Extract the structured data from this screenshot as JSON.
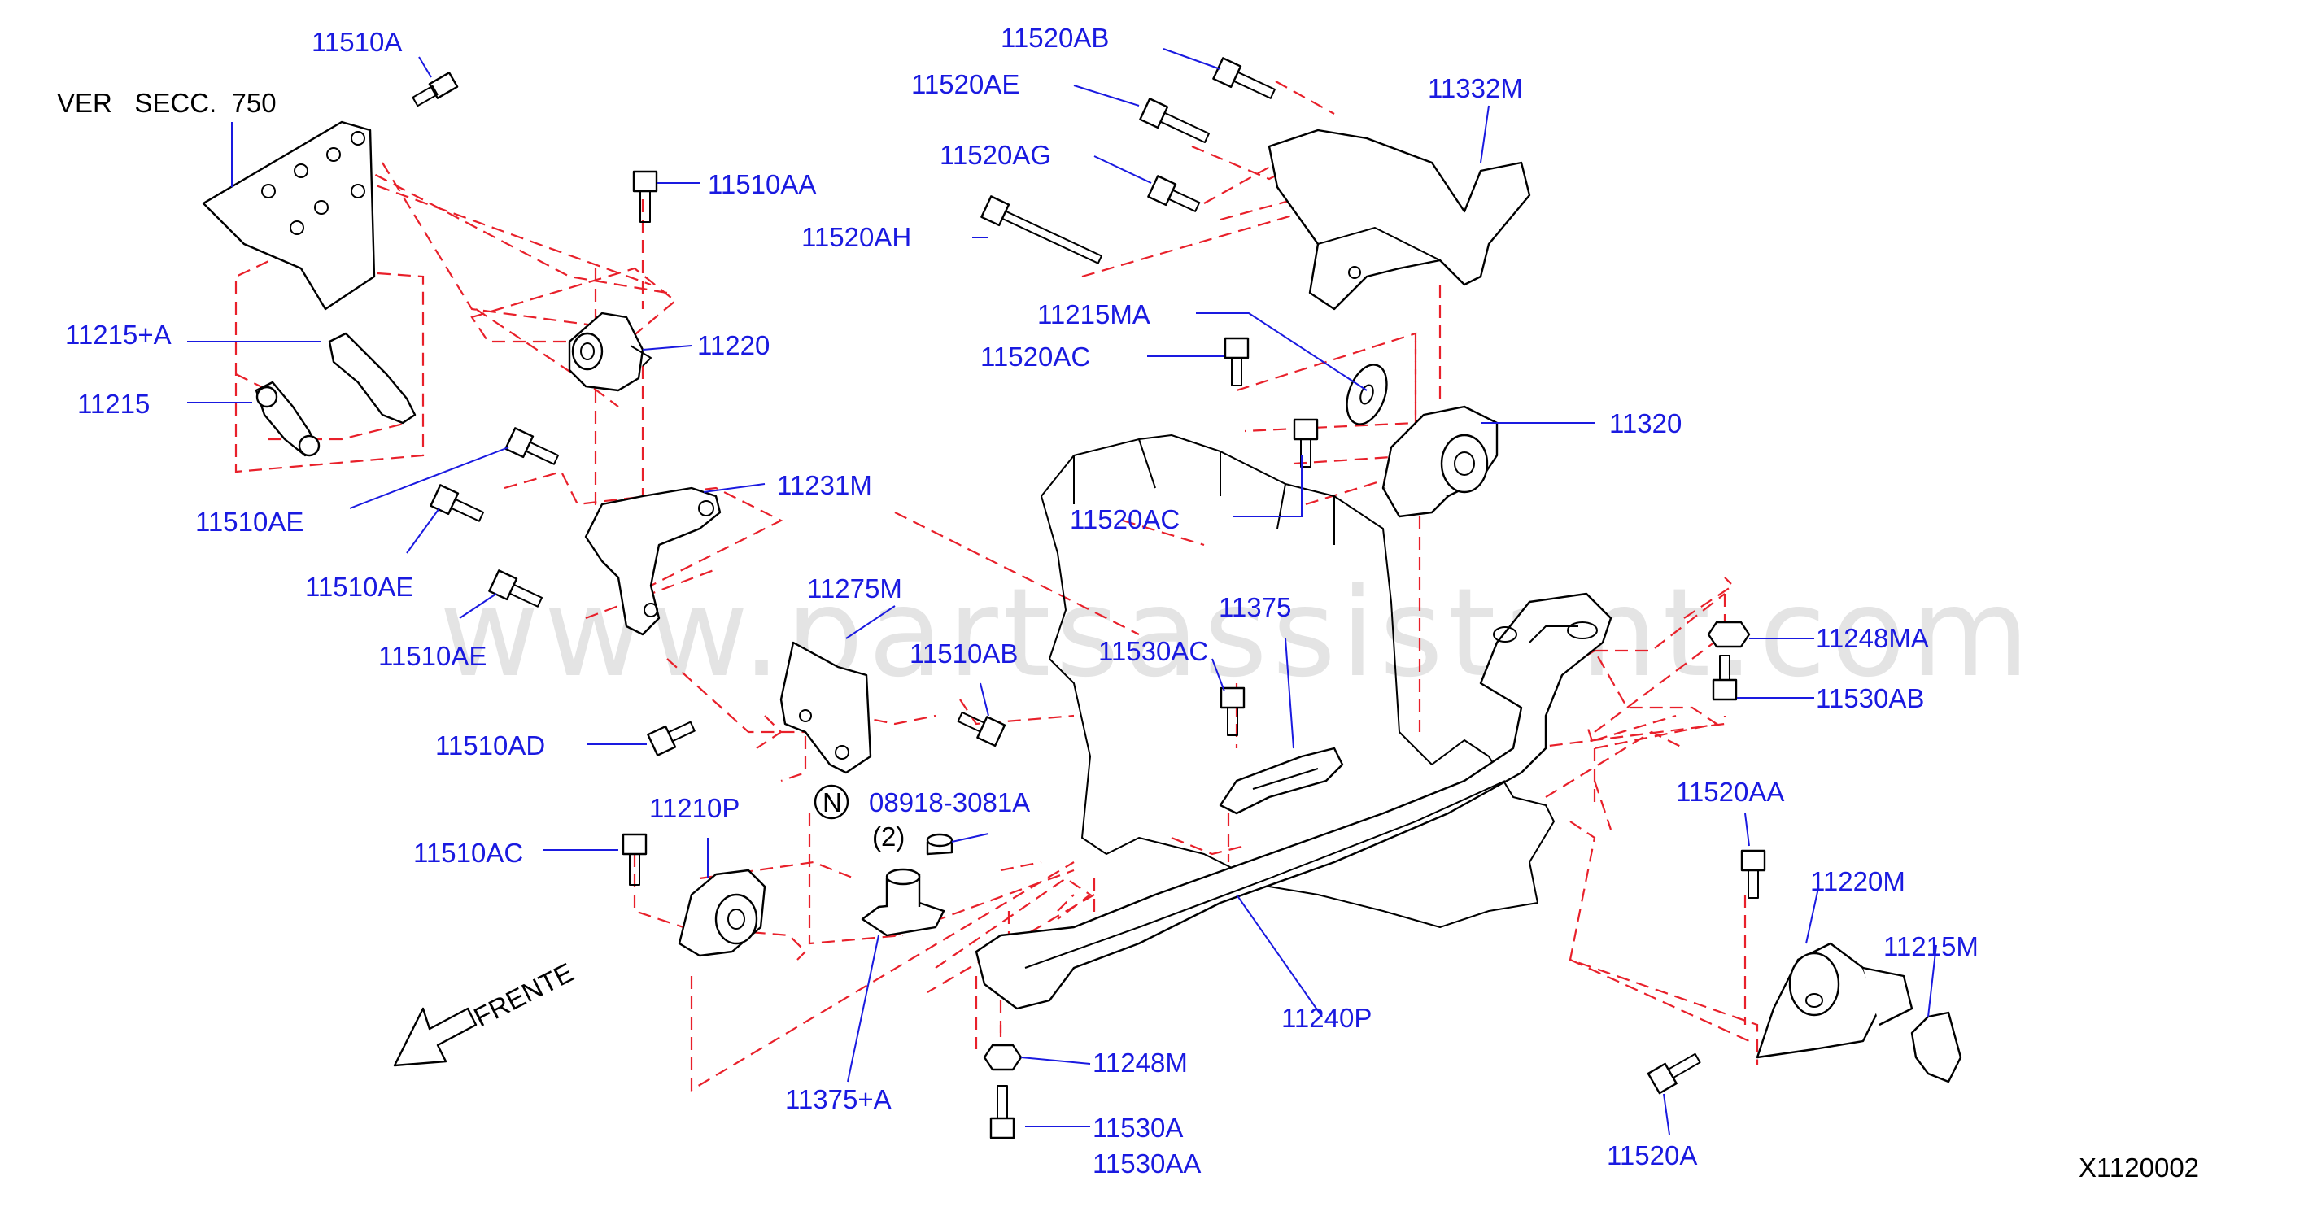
{
  "diagram": {
    "reference_note": "VER   SECC.  750",
    "diagram_code": "X1120002",
    "direction_label": "FRENTE",
    "watermark": "www.partsassistant.com",
    "quantity_note": "(2)",
    "n_badge": "N",
    "colors": {
      "label": "#1a1ae0",
      "dashed_line": "#e8202a",
      "part_outline": "#000000"
    },
    "part_labels": {
      "p11510A": "11510A",
      "p11510AA": "11510AA",
      "p11215A": "11215+A",
      "p11215": "11215",
      "p11220": "11220",
      "p11231M": "11231M",
      "p11510AE_1": "11510AE",
      "p11510AE_2": "11510AE",
      "p11510AE_3": "11510AE",
      "p11275M": "11275M",
      "p11510AB": "11510AB",
      "p11510AD": "11510AD",
      "p08918": "08918-3081A",
      "p11210P": "11210P",
      "p11510AC": "11510AC",
      "p11375A": "11375+A",
      "p11520AB": "11520AB",
      "p11520AE": "11520AE",
      "p11520AG": "11520AG",
      "p11520AH": "11520AH",
      "p11332M": "11332M",
      "p11215MA": "11215MA",
      "p11520AC_1": "11520AC",
      "p11520AC_2": "11520AC",
      "p11320": "11320",
      "p11375": "11375",
      "p11530AC": "11530AC",
      "p11248MA": "11248MA",
      "p11530AB": "11530AB",
      "p11520AA": "11520AA",
      "p11220M": "11220M",
      "p11215M": "11215M",
      "p11240P": "11240P",
      "p11248M": "11248M",
      "p11530A": "11530A",
      "p11530AA": "11530AA",
      "p11520A": "11520A"
    }
  }
}
